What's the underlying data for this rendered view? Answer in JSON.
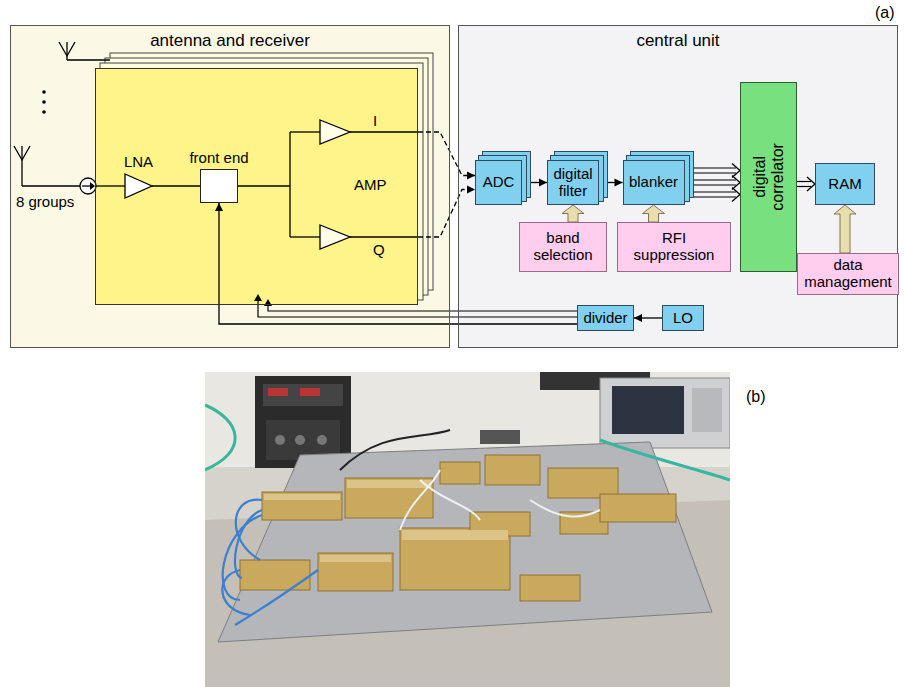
{
  "diagram": {
    "nodes": [
      {
        "text": [
          "antenna and receiver"
        ]
      },
      {
        "text": [
          "I",
          "AMP",
          "Q"
        ],
        "in": 0
      },
      {
        "text": [
          "LNA"
        ],
        "in": 1
      },
      {
        "text": [
          "front end"
        ],
        "in": 1
      },
      {
        "text": [
          "central unit"
        ]
      },
      {
        "text": [
          "ADC"
        ],
        "in": 4
      },
      {
        "text": [
          "digital filter"
        ],
        "in": 4
      },
      {
        "text": [
          "blanker"
        ],
        "in": 4
      },
      {
        "text": [
          "digital correlator"
        ],
        "in": 4
      },
      {
        "text": [
          "RAM"
        ],
        "in": 4
      },
      {
        "text": [
          "band selection"
        ],
        "in": 4
      },
      {
        "text": [
          "RFI suppression"
        ],
        "in": 4
      },
      {
        "text": [
          "data management"
        ],
        "in": 4
      },
      {
        "text": [
          "divider"
        ],
        "in": 4
      },
      {
        "text": [
          "LO"
        ],
        "in": 4
      }
    ],
    "edges": [
      {
        "from": 2,
        "to": 3,
        "arrow": "none"
      },
      {
        "from": 1,
        "to": 5,
        "arrow": "to"
      },
      {
        "from": 5,
        "to": 6,
        "arrow": "to"
      },
      {
        "from": 6,
        "to": 7,
        "arrow": "to"
      },
      {
        "from": 7,
        "to": 8,
        "arrow": "to"
      },
      {
        "from": 8,
        "to": 9,
        "arrow": "to"
      },
      {
        "from": 10,
        "to": 6,
        "arrow": "to"
      },
      {
        "from": 11,
        "to": 7,
        "arrow": "to"
      },
      {
        "from": 12,
        "to": 9,
        "arrow": "to"
      },
      {
        "from": 14,
        "to": 13,
        "arrow": "to"
      },
      {
        "from": 13,
        "to": 3,
        "arrow": "to"
      }
    ],
    "labels": [
      "(a)",
      "8 groups",
      "(b)"
    ]
  }
}
